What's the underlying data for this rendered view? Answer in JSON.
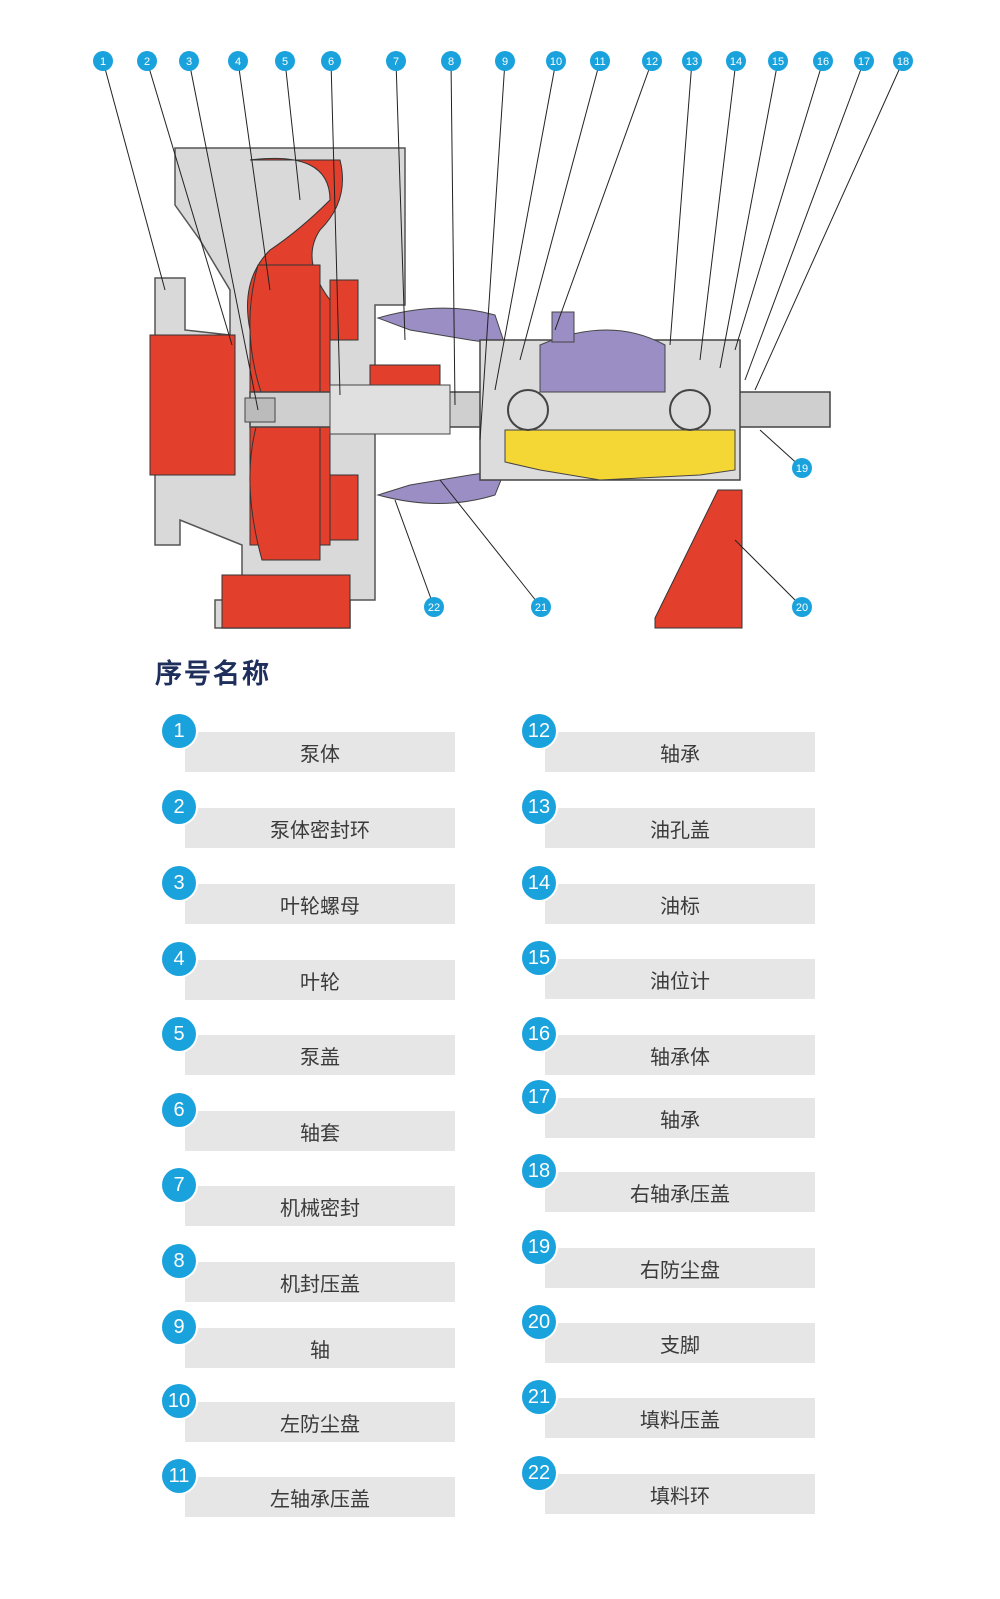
{
  "colors": {
    "accent": "#1aa2dd",
    "casing": "#e2402c",
    "bearing_housing": "#9b8ec4",
    "oil_chamber": "#f4d634",
    "metal": "#d9d9d9",
    "title": "#1f2f5c"
  },
  "callouts": [
    "1",
    "2",
    "3",
    "4",
    "5",
    "6",
    "7",
    "8",
    "9",
    "10",
    "11",
    "12",
    "13",
    "14",
    "15",
    "16",
    "17",
    "18",
    "19",
    "20",
    "21",
    "22"
  ],
  "section_title": "序号名称",
  "parts": [
    {
      "num": "1",
      "name": "泵体"
    },
    {
      "num": "2",
      "name": "泵体密封环"
    },
    {
      "num": "3",
      "name": "叶轮螺母"
    },
    {
      "num": "4",
      "name": "叶轮"
    },
    {
      "num": "5",
      "name": "泵盖"
    },
    {
      "num": "6",
      "name": "轴套"
    },
    {
      "num": "7",
      "name": "机械密封"
    },
    {
      "num": "8",
      "name": "机封压盖"
    },
    {
      "num": "9",
      "name": "轴"
    },
    {
      "num": "10",
      "name": "左防尘盘"
    },
    {
      "num": "11",
      "name": "左轴承压盖"
    },
    {
      "num": "12",
      "name": "轴承"
    },
    {
      "num": "13",
      "name": "油孔盖"
    },
    {
      "num": "14",
      "name": "油标"
    },
    {
      "num": "15",
      "name": "油位计"
    },
    {
      "num": "16",
      "name": "轴承体"
    },
    {
      "num": "17",
      "name": "轴承"
    },
    {
      "num": "18",
      "name": "右轴承压盖"
    },
    {
      "num": "19",
      "name": "右防尘盘"
    },
    {
      "num": "20",
      "name": "支脚"
    },
    {
      "num": "21",
      "name": "填料压盖"
    },
    {
      "num": "22",
      "name": "填料环"
    }
  ]
}
